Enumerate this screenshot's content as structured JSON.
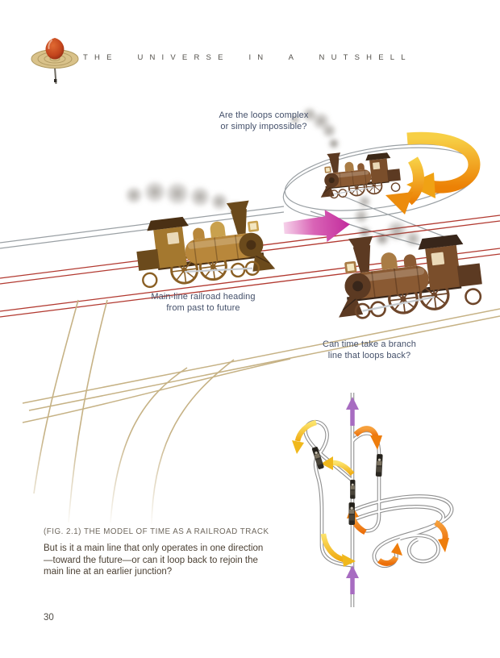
{
  "header": {
    "title": "THE UNIVERSE IN A NUTSHELL",
    "logo_icon": "spinning-top-icon"
  },
  "figure": {
    "annotations": {
      "loops_question": [
        "Are the loops complex",
        "or simply impossible?"
      ],
      "main_line": [
        "Main-line railroad heading",
        "from past to future"
      ],
      "branch_question": [
        "Can time take a branch",
        "line that loops back?"
      ]
    },
    "caption": {
      "label": "(FIG. 2.1) THE MODEL OF TIME AS A RAILROAD TRACK",
      "body": [
        "But is it a main line that only operates in one direction",
        "—toward the future—or can it loop back to rejoin the",
        "main line at an earlier junction?"
      ]
    },
    "colors": {
      "future_arrow_magenta": "#c42f9f",
      "loop_arrow_orange": "#ee8303",
      "loop_arrow_yellow": "#f2c31d",
      "timeline_arrow_purple": "#a76cc1",
      "track_red": "#b23a31",
      "track_tan": "#c6b285",
      "track_gray": "#9aa0a4"
    }
  },
  "footer": {
    "page_number": "30"
  }
}
